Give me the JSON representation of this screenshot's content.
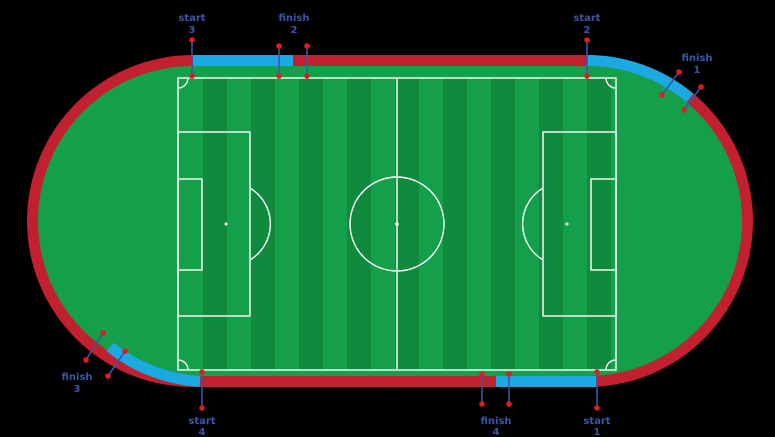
{
  "colors": {
    "background": "#000000",
    "track": "#c2202f",
    "infield": "#14a04a",
    "stripe_dark": "#108a3c",
    "segment": "#1aa9e1",
    "marker": "#e01b26",
    "label": "#3b56a8",
    "lines": "#ffffff"
  },
  "labels": [
    {
      "id": "start-3",
      "line1": "start",
      "line2": "3"
    },
    {
      "id": "finish-2",
      "line1": "finish",
      "line2": "2"
    },
    {
      "id": "start-2",
      "line1": "start",
      "line2": "2"
    },
    {
      "id": "finish-1",
      "line1": "finish",
      "line2": "1"
    },
    {
      "id": "finish-3",
      "line1": "finish",
      "line2": "3"
    },
    {
      "id": "start-4",
      "line1": "start",
      "line2": "4"
    },
    {
      "id": "finish-4",
      "line1": "finish",
      "line2": "4"
    },
    {
      "id": "start-1",
      "line1": "start",
      "line2": "1"
    }
  ]
}
